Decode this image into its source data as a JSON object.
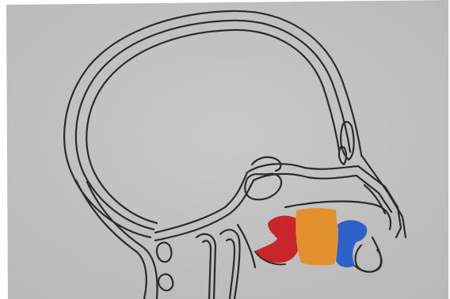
{
  "figure": {
    "subject": "sagittal-skull-outline",
    "colors": {
      "paper": "#c9c9c9",
      "paper_edge": "#b8b8b8",
      "outline": "#2b2b2b",
      "red_region": "#c8262a",
      "orange_region": "#e3902f",
      "blue_region": "#2f62c9"
    },
    "regions": [
      {
        "name": "red",
        "color_key": "red_region"
      },
      {
        "name": "orange",
        "color_key": "orange_region"
      },
      {
        "name": "blue",
        "color_key": "blue_region"
      }
    ]
  }
}
